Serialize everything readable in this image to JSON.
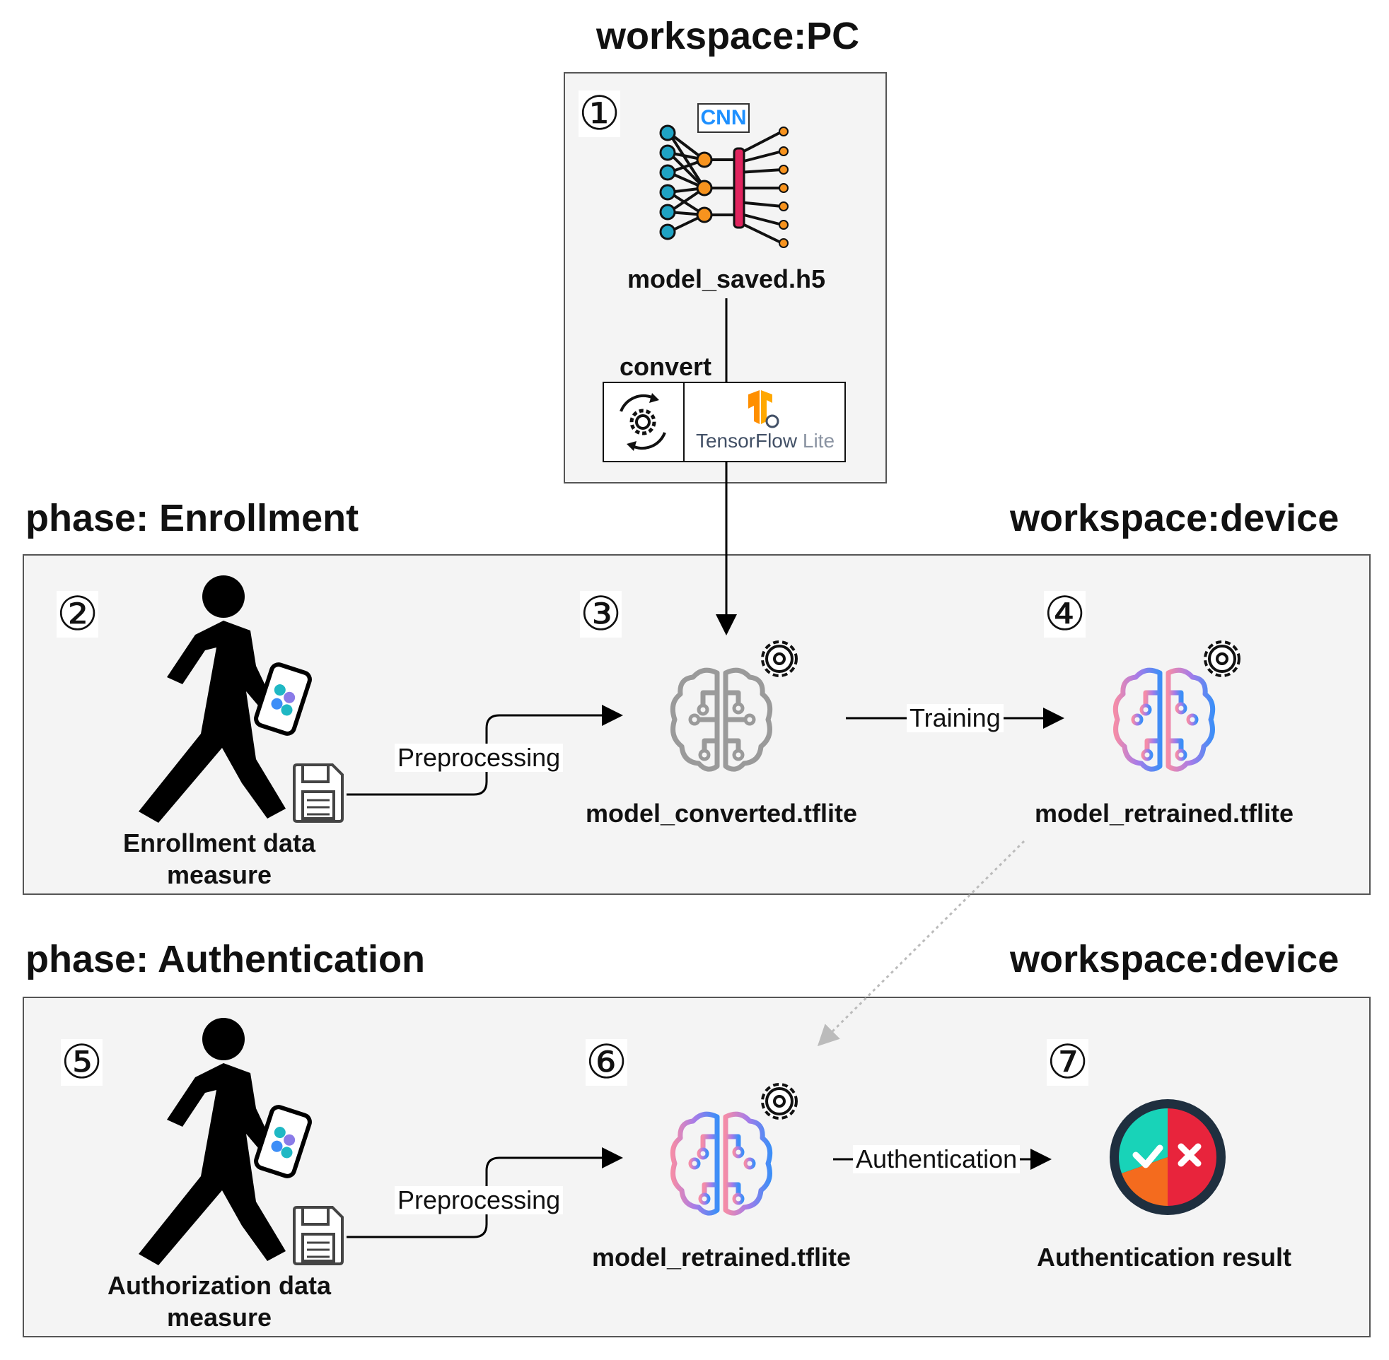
{
  "headings": {
    "pc": "workspace:PC",
    "enroll_phase": "phase: Enrollment",
    "enroll_ws": "workspace:device",
    "auth_phase": "phase: Authentication",
    "auth_ws": "workspace:device"
  },
  "steps": [
    "①",
    "②",
    "③",
    "④",
    "⑤",
    "⑥",
    "⑦"
  ],
  "pc_box": {
    "cnn_tag": "CNN",
    "model_file": "model_saved.h5",
    "convert_label": "convert",
    "tflite_name": "TensorFlow",
    "tflite_suffix": "Lite"
  },
  "enrollment": {
    "data_label_line1": "Enrollment data",
    "data_label_line2": "measure",
    "preprocess_label": "Preprocessing",
    "converted_model": "model_converted.tflite",
    "training_label": "Training",
    "retrained_model": "model_retrained.tflite"
  },
  "authentication": {
    "data_label_line1": "Authorization data",
    "data_label_line2": "measure",
    "preprocess_label": "Preprocessing",
    "model": "model_retrained.tflite",
    "auth_label": "Authentication",
    "result_label": "Authentication result"
  },
  "colors": {
    "panel_bg": "#f4f4f4",
    "cnn_blue": "#1e90ff",
    "node_teal": "#1fa3c4",
    "node_orange": "#f7931e",
    "layer_red": "#e0245e",
    "tf_orange": "#ff8f00",
    "tf_text": "#425066",
    "grad_pink": "#f48ca8",
    "grad_purple": "#a67be8",
    "grad_blue": "#3d8ef7",
    "check_teal": "#18d3b8",
    "cross_red": "#e8243c",
    "result_orange": "#f46b1e",
    "result_ring": "#1f2f3f"
  }
}
